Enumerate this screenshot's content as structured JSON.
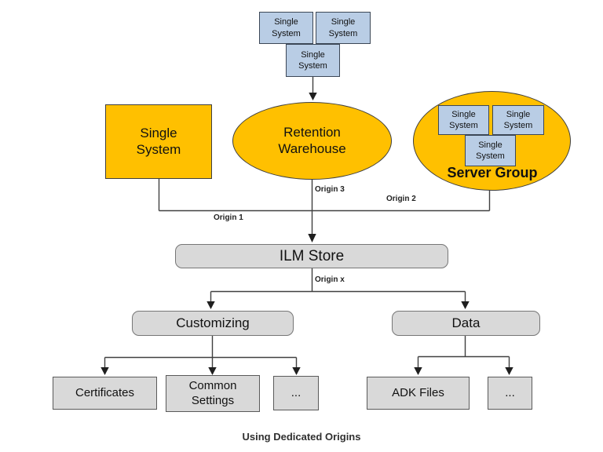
{
  "colors": {
    "gold": "#FFC000",
    "blue": "#B9CDE5",
    "gray": "#D9D9D9",
    "line": "#404040",
    "arrow": "#1f1f1f"
  },
  "nodes": {
    "feeder_cluster": {
      "box1": "Single System",
      "box2": "Single System",
      "box3": "Single System"
    },
    "single_system": "Single System",
    "retention_warehouse": "Retention Warehouse",
    "server_group": {
      "label": "Server Group",
      "box1": "Single System",
      "box2": "Single System",
      "box3": "Single System"
    },
    "ilm_store": "ILM Store",
    "customizing": "Customizing",
    "data": "Data",
    "certificates": "Certificates",
    "common_settings": "Common Settings",
    "customizing_more": "...",
    "adk_files": "ADK Files",
    "data_more": "..."
  },
  "edge_labels": {
    "origin_1": "Origin 1",
    "origin_2": "Origin 2",
    "origin_3": "Origin 3",
    "origin_x": "Origin x"
  },
  "caption": "Using Dedicated Origins"
}
